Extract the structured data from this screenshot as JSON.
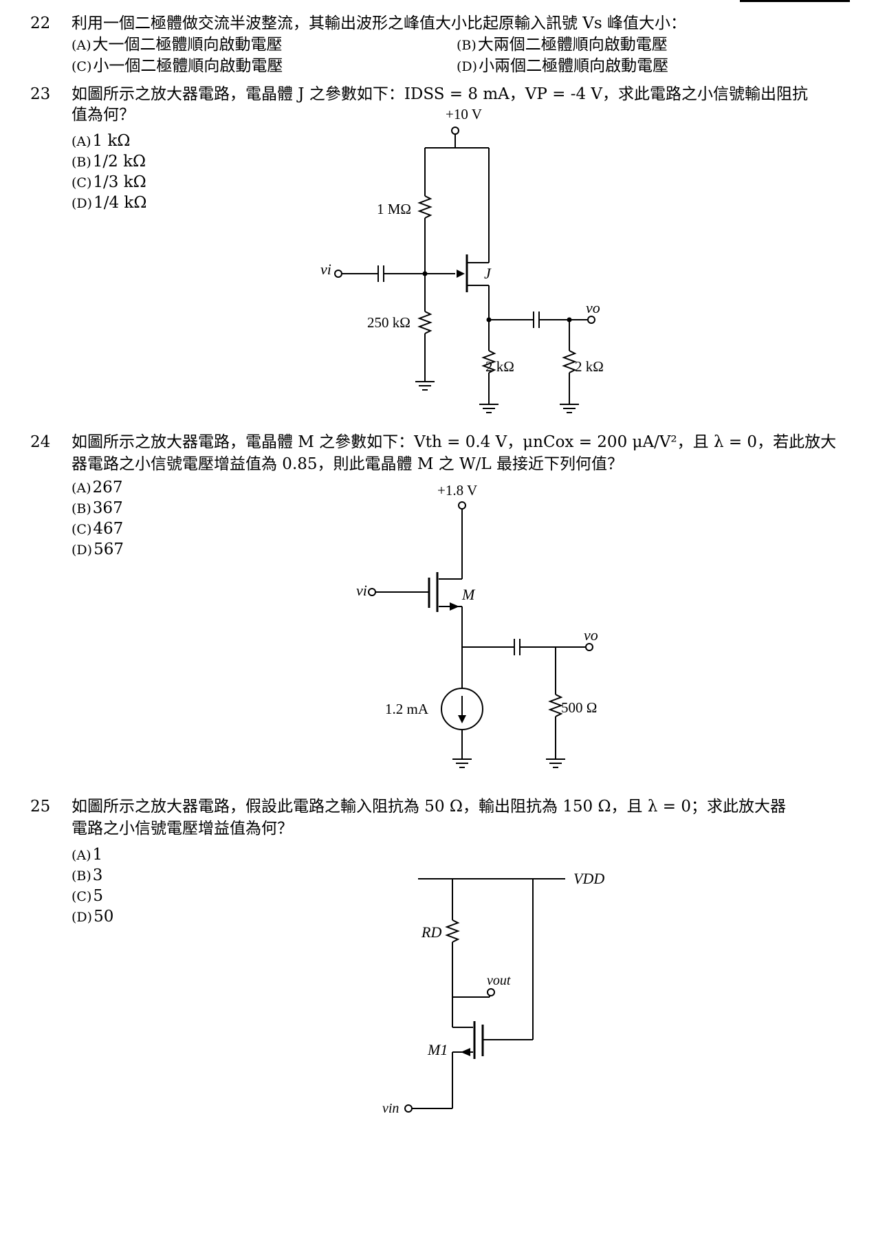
{
  "questions": [
    {
      "number": "22",
      "text": "利用一個二極體做交流半波整流，其輸出波形之峰值大小比起原輸入訊號 Vs 峰值大小：",
      "options": [
        {
          "label": "(A)",
          "text": "大一個二極體順向啟動電壓"
        },
        {
          "label": "(B)",
          "text": "大兩個二極體順向啟動電壓"
        },
        {
          "label": "(C)",
          "text": "小一個二極體順向啟動電壓"
        },
        {
          "label": "(D)",
          "text": "小兩個二極體順向啟動電壓"
        }
      ]
    },
    {
      "number": "23",
      "text_line1": "如圖所示之放大器電路，電晶體 J 之參數如下：IDSS = 8 mA，VP = -4 V，求此電路之小信號輸出阻抗",
      "text_line2": "值為何？",
      "options": [
        {
          "label": "(A)",
          "text": "1 kΩ"
        },
        {
          "label": "(B)",
          "text": "1/2 kΩ"
        },
        {
          "label": "(C)",
          "text": "1/3 kΩ"
        },
        {
          "label": "(D)",
          "text": "1/4 kΩ"
        }
      ],
      "circuit": {
        "supply": "+10 V",
        "r_gate_top": "1 MΩ",
        "r_gate_bottom": "250 kΩ",
        "r_source": "2 kΩ",
        "r_load": "2 kΩ",
        "input": "vi",
        "output": "vo",
        "transistor": "J"
      }
    },
    {
      "number": "24",
      "text_line1": "如圖所示之放大器電路，電晶體 M 之參數如下：Vth = 0.4 V，μnCox = 200 μA/V²，且 λ = 0，若此放大",
      "text_line2": "器電路之小信號電壓增益值為 0.85，則此電晶體 M 之 W/L 最接近下列何值？",
      "options": [
        {
          "label": "(A)",
          "text": "267"
        },
        {
          "label": "(B)",
          "text": "367"
        },
        {
          "label": "(C)",
          "text": "467"
        },
        {
          "label": "(D)",
          "text": "567"
        }
      ],
      "circuit": {
        "supply": "+1.8 V",
        "current_source": "1.2 mA",
        "r_load": "500 Ω",
        "input": "vi",
        "output": "vo",
        "transistor": "M"
      }
    },
    {
      "number": "25",
      "text_line1": "如圖所示之放大器電路，假設此電路之輸入阻抗為 50 Ω，輸出阻抗為 150 Ω，且 λ = 0；求此放大器",
      "text_line2": "電路之小信號電壓增益值為何？",
      "options": [
        {
          "label": "(A)",
          "text": "1"
        },
        {
          "label": "(B)",
          "text": "3"
        },
        {
          "label": "(C)",
          "text": "5"
        },
        {
          "label": "(D)",
          "text": "50"
        }
      ],
      "circuit": {
        "supply": "VDD",
        "resistor": "RD",
        "transistor": "M1",
        "input": "vin",
        "output": "vout"
      }
    }
  ]
}
